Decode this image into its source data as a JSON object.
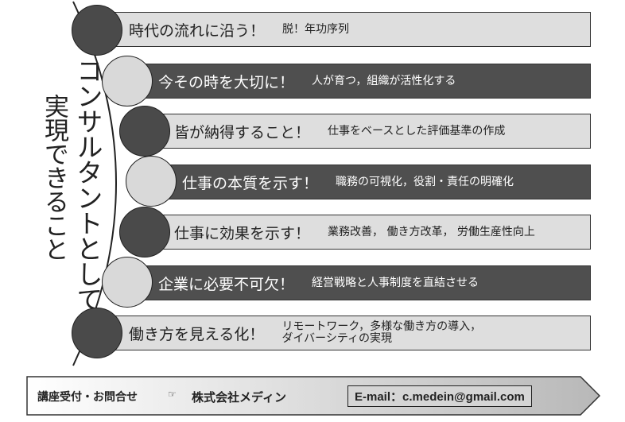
{
  "vertical_title": "コンサルタントとして",
  "vertical_subtitle": "実現できること",
  "items": [
    {
      "heading": "時代の流れに沿う！",
      "detail": "脱！年功序列",
      "style": "light"
    },
    {
      "heading": "今その時を大切に！",
      "detail": "人が育つ，組織が活性化する",
      "style": "dark"
    },
    {
      "heading": "皆が納得すること！",
      "detail": "仕事をベースとした評価基準の作成",
      "style": "light"
    },
    {
      "heading": "仕事の本質を示す！",
      "detail": "職務の可視化，役割・責任の明確化",
      "style": "dark"
    },
    {
      "heading": "仕事に効果を示す！",
      "detail": "業務改善， 働き方改革， 労働生産性向上",
      "style": "light"
    },
    {
      "heading": "企業に必要不可欠！",
      "detail": "経営戦略と人事制度を直結させる",
      "style": "dark"
    },
    {
      "heading": "働き方を見える化！",
      "detail": "リモートワーク，多様な働き方の導入，",
      "detail2": "ダイバーシティの実現",
      "style": "light"
    }
  ],
  "footer": {
    "label": "講座受付・お問合せ",
    "pointer": "☞",
    "company": "株式会社メディン",
    "email": "E-mail：c.medein@gmail.com"
  }
}
